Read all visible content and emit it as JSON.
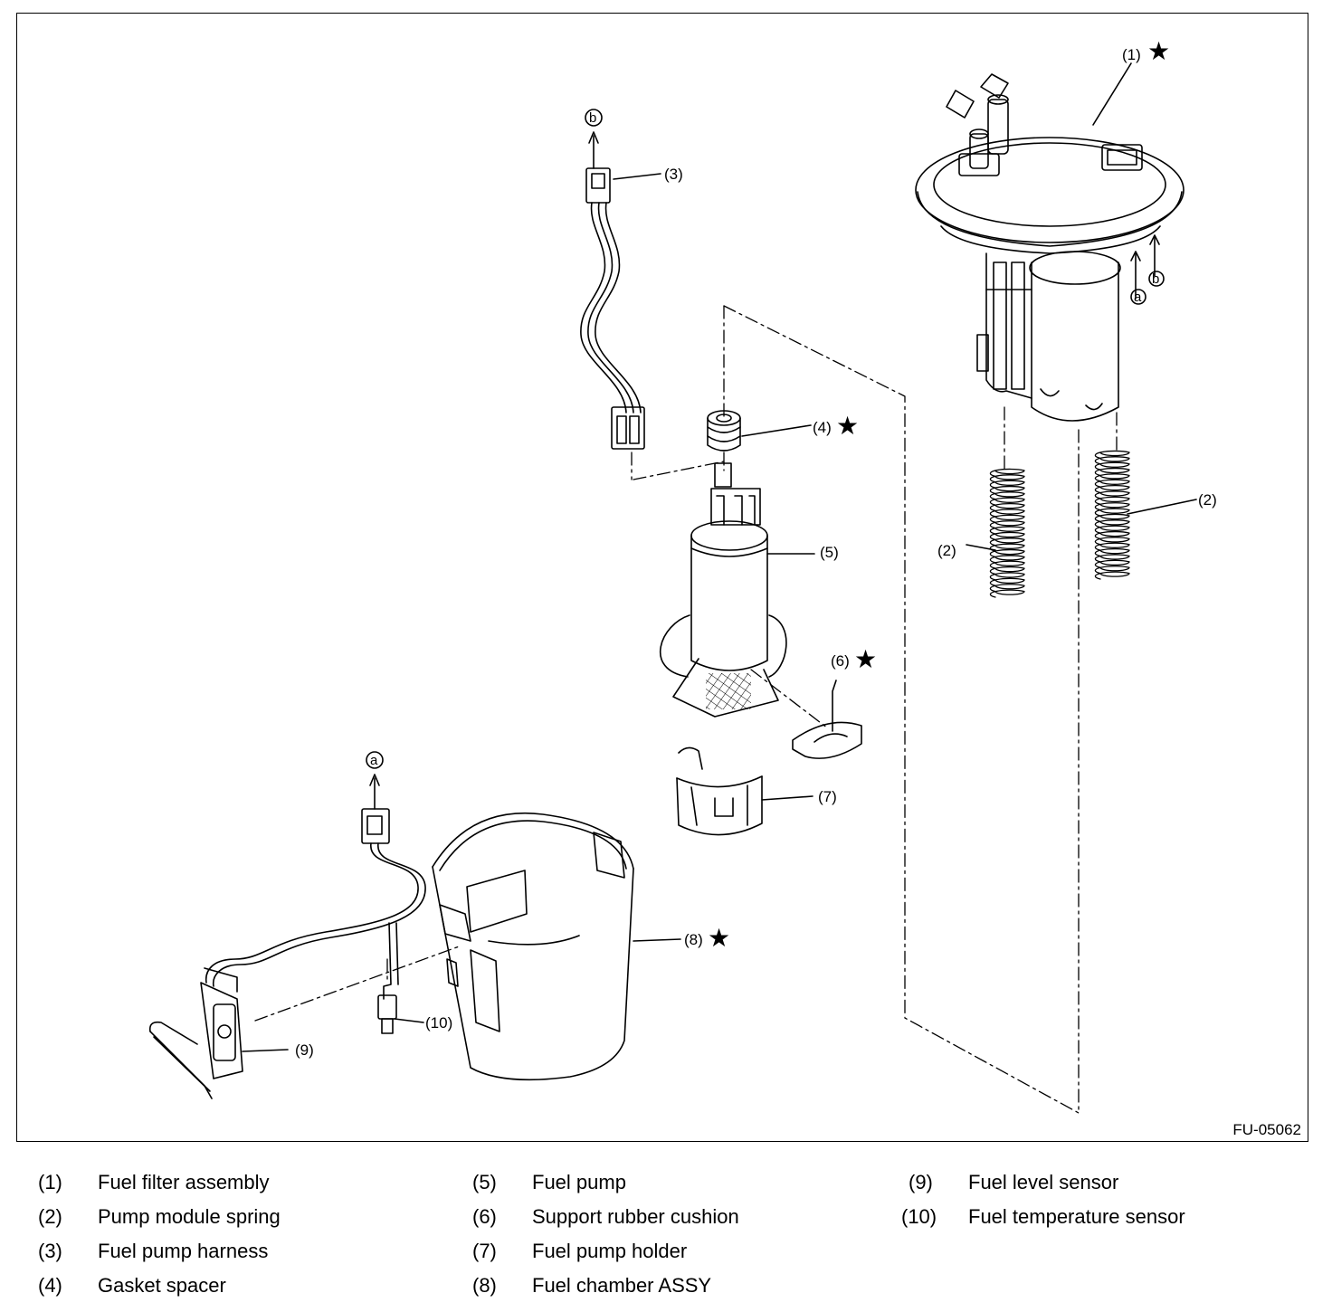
{
  "figure_code": "FU-05062",
  "callouts": {
    "c1": "(1)",
    "c2a": "(2)",
    "c2b": "(2)",
    "c3": "(3)",
    "c4": "(4)",
    "c5": "(5)",
    "c6": "(6)",
    "c7": "(7)",
    "c8": "(8)",
    "c9": "(9)",
    "c10": "(10)"
  },
  "connection_marks": {
    "a": "a",
    "b": "b"
  },
  "legend": [
    {
      "num": "(1)",
      "text": "Fuel filter assembly"
    },
    {
      "num": "(2)",
      "text": "Pump module spring"
    },
    {
      "num": "(3)",
      "text": "Fuel pump harness"
    },
    {
      "num": "(4)",
      "text": "Gasket spacer"
    },
    {
      "num": "(5)",
      "text": "Fuel pump"
    },
    {
      "num": "(6)",
      "text": "Support rubber cushion"
    },
    {
      "num": "(7)",
      "text": "Fuel pump holder"
    },
    {
      "num": "(8)",
      "text": "Fuel chamber ASSY"
    },
    {
      "num": "(9)",
      "text": "Fuel level sensor"
    },
    {
      "num": "(10)",
      "text": "Fuel temperature sensor"
    }
  ]
}
